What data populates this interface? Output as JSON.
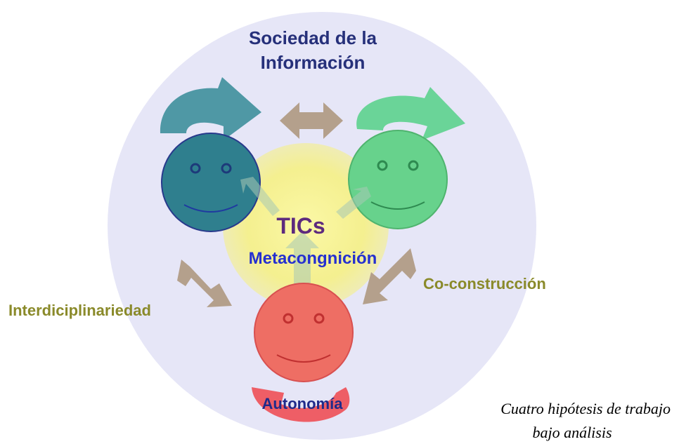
{
  "labels": {
    "top_line1": "Sociedad de la",
    "top_line2": "Información",
    "center_main": "TICs",
    "center_sub": "Metacongnición",
    "left": "Interdiciplinariedad",
    "right": "Co-construcción",
    "bottom": "Autonomía"
  },
  "caption": {
    "line1": "Cuatro hipótesis de trabajo",
    "line2": "bajo análisis"
  },
  "colors": {
    "background_circle": "#e6e6f7",
    "center_glow": "#f5f08a",
    "face_left": "#2f7f8e",
    "face_right": "#67d28c",
    "face_bottom": "#ee6e64",
    "arrow_connector": "#b4a08c",
    "arrow_left_curve": "#4f98a5",
    "arrow_right_curve": "#6ad498",
    "arrow_bottom_curve": "#ee5e66",
    "navy_text": "#26307a",
    "purple_text": "#5d2a7e",
    "blue_text": "#2530d0",
    "olive_text": "#8a8a2a"
  },
  "icons": {
    "face_left": "smiley-face-icon",
    "face_right": "smiley-face-icon",
    "face_bottom": "smiley-face-icon"
  }
}
